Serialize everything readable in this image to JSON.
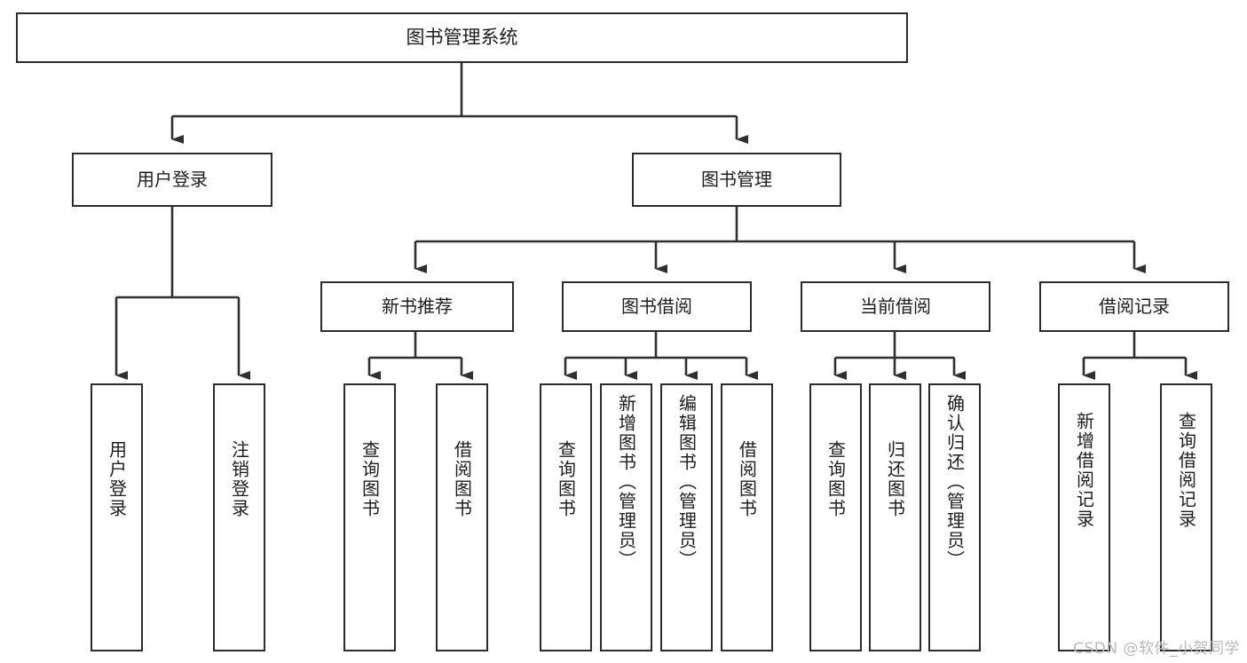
{
  "diagram": {
    "title": "图书管理系统",
    "type": "tree-hierarchy-chart",
    "watermark": "CSDN @软件_小贺同学",
    "colors": {
      "border": "#2b2b2b",
      "fill": "#ffffff",
      "connector": "#333333",
      "text": "#1d1d1d",
      "watermark": "#b9b9b9"
    },
    "root": {
      "id": "root",
      "label": "图书管理系统"
    },
    "level2": [
      {
        "id": "user-login",
        "label": "用户登录"
      },
      {
        "id": "book-management",
        "label": "图书管理"
      }
    ],
    "level3": [
      {
        "id": "new-book-recommend",
        "label": "新书推荐",
        "parent": "book-management"
      },
      {
        "id": "book-borrow",
        "label": "图书借阅",
        "parent": "book-management"
      },
      {
        "id": "current-borrow",
        "label": "当前借阅",
        "parent": "book-management"
      },
      {
        "id": "borrow-record",
        "label": "借阅记录",
        "parent": "book-management"
      }
    ],
    "leaves": [
      {
        "id": "leaf-user-login",
        "label": "用户登录",
        "parent": "user-login"
      },
      {
        "id": "leaf-logout-login",
        "label": "注销登录",
        "parent": "user-login"
      },
      {
        "id": "leaf-query-book-1",
        "label": "查询图书",
        "parent": "new-book-recommend"
      },
      {
        "id": "leaf-borrow-book-1",
        "label": "借阅图书",
        "parent": "new-book-recommend"
      },
      {
        "id": "leaf-query-book-2",
        "label": "查询图书",
        "parent": "book-borrow"
      },
      {
        "id": "leaf-add-book",
        "label": "新增图书（管理员）",
        "parent": "book-borrow"
      },
      {
        "id": "leaf-edit-book",
        "label": "编辑图书（管理员）",
        "parent": "book-borrow"
      },
      {
        "id": "leaf-borrow-book-2",
        "label": "借阅图书",
        "parent": "book-borrow"
      },
      {
        "id": "leaf-query-book-3",
        "label": "查询图书",
        "parent": "current-borrow"
      },
      {
        "id": "leaf-return-book",
        "label": "归还图书",
        "parent": "current-borrow"
      },
      {
        "id": "leaf-confirm-return",
        "label": "确认归还（管理员）",
        "parent": "current-borrow"
      },
      {
        "id": "leaf-add-record",
        "label": "新增借阅记录",
        "parent": "borrow-record"
      },
      {
        "id": "leaf-query-record",
        "label": "查询借阅记录",
        "parent": "borrow-record"
      }
    ]
  }
}
